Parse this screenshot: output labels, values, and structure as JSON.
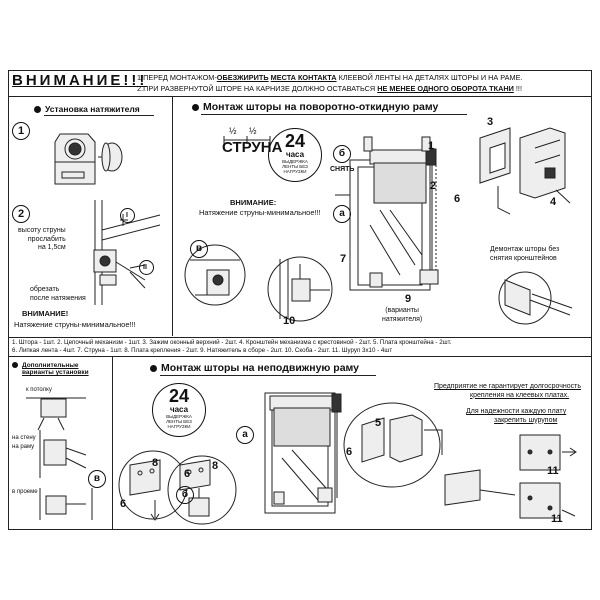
{
  "header": {
    "title": "ВНИМАНИЕ",
    "title_suffix": "!!!",
    "line1": {
      "p1": "1.ПЕРЕД МОНТАЖОМ-",
      "p2": "ОБЕЗЖИРИТЬ",
      "p3": " ",
      "p4": "МЕСТА КОНТАКТА",
      "p5": " КЛЕЕВОЙ ЛЕНТЫ НА ДЕТАЛЯХ ШТОРЫ И НА РАМЕ."
    },
    "line2": {
      "p1": "2.ПРИ РАЗВЕРНУТОЙ ШТОРЕ НА КАРНИЗЕ ДОЛЖНО ОСТАВАТЬСЯ ",
      "p2": "НЕ МЕНЕЕ ОДНОГО ОБОРОТА ТКАНИ",
      "p3": " !!!"
    }
  },
  "tensioner": {
    "title": "Установка натяжителя",
    "step1": "1",
    "step2": "2",
    "label_I": "I",
    "label_II": "II",
    "text_height": [
      "высоту струны",
      "прослабить",
      "на 1,5см"
    ],
    "text_cut": [
      "обрезать",
      "после натяжения"
    ],
    "warning_title": "ВНИМАНИЕ!",
    "warning_text": "Натяжение струны-минимальное!!!"
  },
  "tilt": {
    "title": "Монтаж шторы на поворотно-откидную раму",
    "string_label": "СТРУНА",
    "half1": "½",
    "half2": "½",
    "badge": {
      "hours": "24",
      "unit": "часа",
      "note": "ВЫДЕРЖКА ЛЕНТЫ БЕЗ НАГРУЗКИ"
    },
    "warning_title": "ВНИМАНИЕ:",
    "warning_text": "Натяжение струны-минимальное!!!",
    "remove_label": "СНЯТЬ",
    "letter_a": "а",
    "letter_b": "б",
    "letter_v": "в",
    "num3": "3",
    "num2": "2",
    "num4": "4",
    "num6": "6",
    "num7": "7",
    "num9": "9",
    "num10": "10",
    "num1": "1",
    "variants_text": [
      "(варианты",
      "натяжителя)"
    ],
    "dismount_text": [
      "Демонтаж шторы без",
      "снятия кронштейнов"
    ]
  },
  "parts_list": {
    "line1": "1. Штора - 1шт. 2. Цепочный механизм - 1шт. 3. Зажим оконный верхний - 2шт. 4. Кронштейн механизма с крестовиной - 2шт. 5. Плата кронштейна - 2шт.",
    "line2": "6. Липкая лента - 4шт. 7. Струна - 1шт. 8. Плата крепления - 2шт. 9. Натяжитель в сборе - 2шт. 10. Скоба - 2шт. 11. Шуруп 3х10 - 4шт"
  },
  "extra": {
    "title": [
      "Дополнительные",
      "варианты установки"
    ],
    "label_ceiling": "к потолку",
    "label_wall": [
      "на стену",
      "на раму"
    ],
    "label_opening": "в проеме"
  },
  "fixed": {
    "title": "Монтаж шторы на неподвижную раму",
    "badge": {
      "hours": "24",
      "unit": "часа",
      "note": "ВЫДЕРЖКА ЛЕНТЫ БЕЗ НАГРУЗКИ"
    },
    "letter_a": "а",
    "letter_b": "б",
    "letter_v": "в",
    "num5": "5",
    "num6a": "6",
    "num8a": "8",
    "num6b": "6",
    "num8b": "8",
    "num6c": "6",
    "num11a": "11",
    "num11b": "11",
    "guarantee": [
      "Предприятие не гарантирует долгосрочность",
      "крепления на клеевых платах."
    ],
    "reliability": [
      "Для надежности каждую плату",
      "закрепить шурупом"
    ]
  }
}
